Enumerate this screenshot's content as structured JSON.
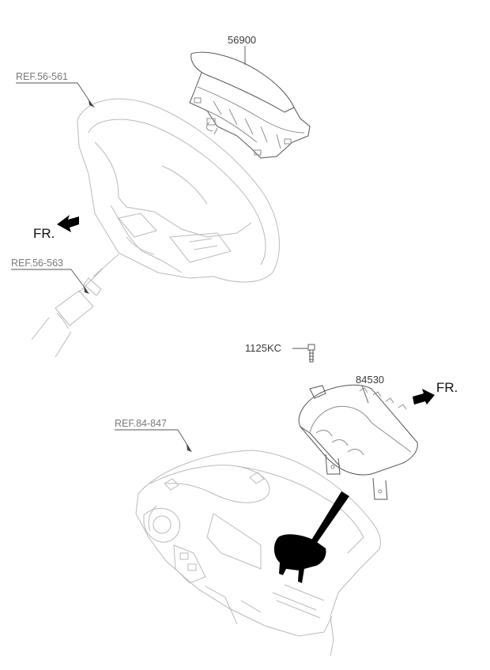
{
  "labels": {
    "part_56900": "56900",
    "ref_56_561": "REF.56-561",
    "fr_left": "FR.",
    "ref_56_563": "REF.56-563",
    "part_1125kc": "1125KC",
    "part_84530": "84530",
    "fr_right": "FR.",
    "ref_84_847": "REF.84-847"
  },
  "colors": {
    "line": "#555555",
    "faint": "#b9b9b9",
    "highlight": "#000000"
  }
}
